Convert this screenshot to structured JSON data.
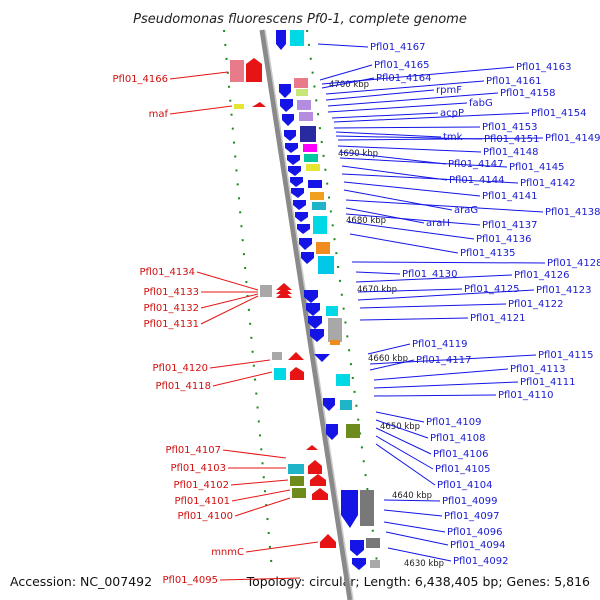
{
  "title": "Pseudomonas fluorescens Pf0-1, complete genome",
  "accession": "Accession: NC_007492",
  "summary": "Topology: circular; Length: 6,438,405 bp; Genes: 5,816",
  "colors": {
    "forward_gene": "#1414e6",
    "reverse_gene": "#e61414",
    "forward_label": "#1a1ad0",
    "reverse_label": "#d01010",
    "backbone": "#8a8a8a",
    "tick_green": "#1a8a1a"
  },
  "kbp_ticks": [
    "4700 kbp",
    "4690 kbp",
    "4680 kbp",
    "4670 kbp",
    "4660 kbp",
    "4650 kbp",
    "4640 kbp",
    "4630 kbp"
  ],
  "forward_labels": [
    "Pfl01_4167",
    "Pfl01_4165",
    "Pfl01_4163",
    "Pfl01_4164",
    "Pfl01_4161",
    "rpmF",
    "Pfl01_4158",
    "fabG",
    "acpP",
    "Pfl01_4154",
    "Pfl01_4153",
    "tmk",
    "Pfl01_4151",
    "Pfl01_4149",
    "Pfl01_4148",
    "Pfl01_4147",
    "Pfl01_4145",
    "Pfl01_4144",
    "Pfl01_4142",
    "Pfl01_4141",
    "araG",
    "Pfl01_4138",
    "araH",
    "Pfl01_4137",
    "Pfl01_4136",
    "Pfl01_4135",
    "Pfl01_4128",
    "Pfl01_4130",
    "Pfl01_4126",
    "Pfl01_4125",
    "Pfl01_4123",
    "Pfl01_4122",
    "Pfl01_4121",
    "Pfl01_4119",
    "Pfl01_4115",
    "Pfl01_4117",
    "Pfl01_4113",
    "Pfl01_4111",
    "Pfl01_4110",
    "Pfl01_4109",
    "Pfl01_4108",
    "Pfl01_4106",
    "Pfl01_4105",
    "Pfl01_4104",
    "Pfl01_4099",
    "Pfl01_4097",
    "Pfl01_4096",
    "Pfl01_4094",
    "Pfl01_4092"
  ],
  "reverse_labels": [
    "Pfl01_4166",
    "maf",
    "Pfl01_4134",
    "Pfl01_4133",
    "Pfl01_4132",
    "Pfl01_4131",
    "Pfl01_4120",
    "Pfl01_4118",
    "Pfl01_4107",
    "Pfl01_4103",
    "Pfl01_4102",
    "Pfl01_4101",
    "Pfl01_4100",
    "mnmC",
    "Pfl01_4095"
  ]
}
